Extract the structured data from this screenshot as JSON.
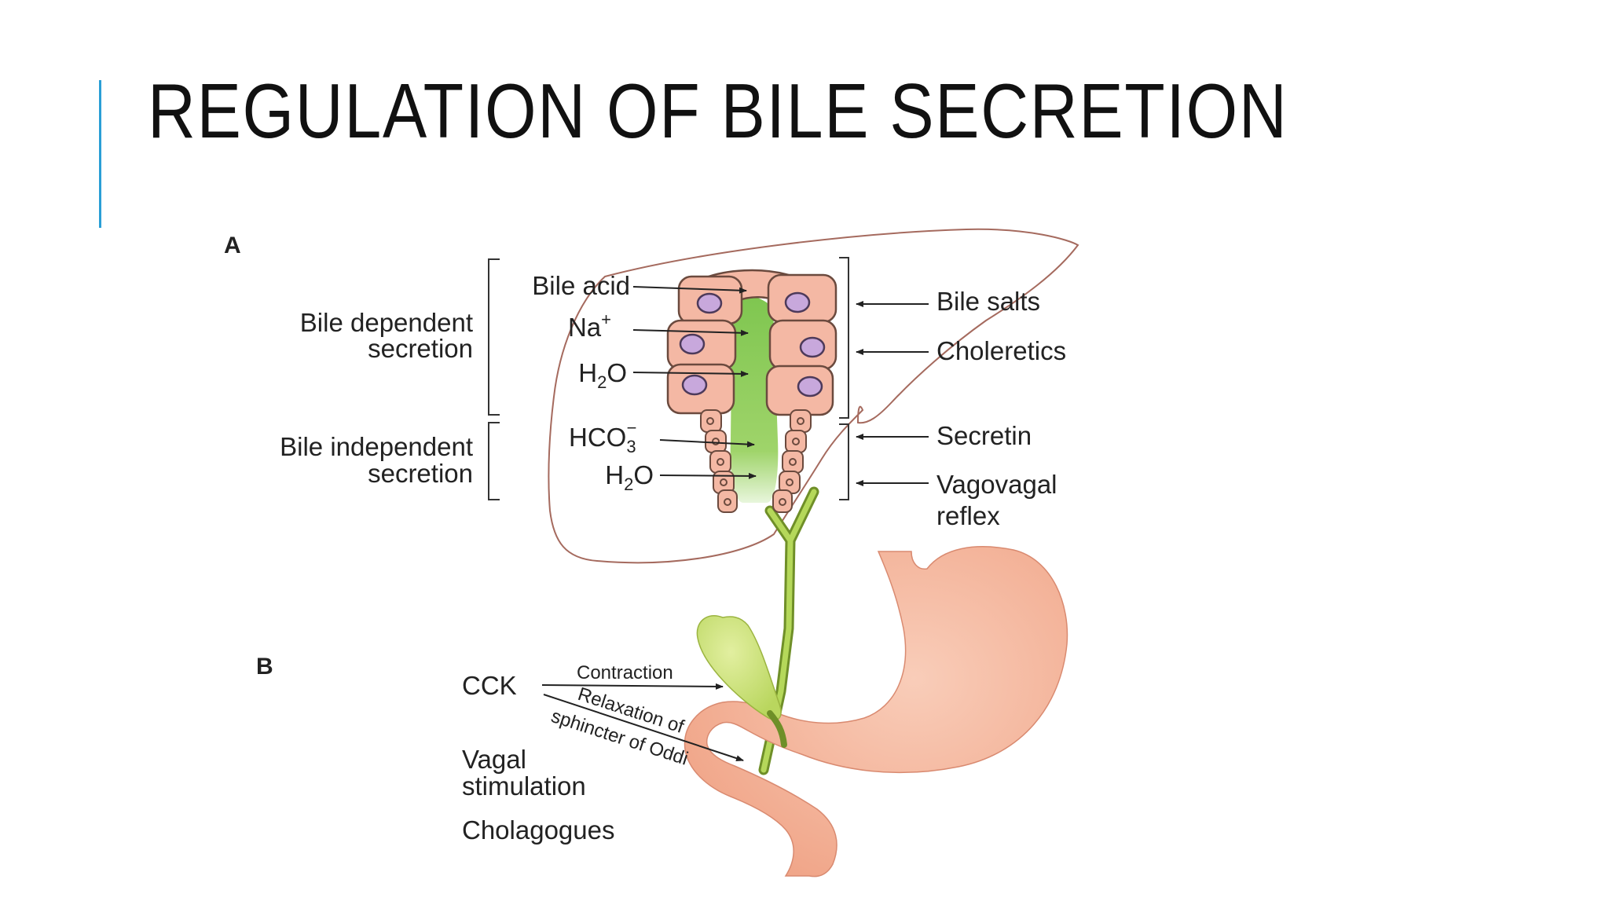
{
  "slide": {
    "title": "REGULATION OF BILE SECRETION"
  },
  "figure": {
    "panel_a": {
      "letter": "A",
      "left_groups": [
        {
          "line1": "Bile dependent",
          "line2": "secretion"
        },
        {
          "line1": "Bile independent",
          "line2": "secretion"
        }
      ],
      "ion_labels": [
        {
          "base": "Bile acid",
          "sub": "",
          "sup": "",
          "after": ""
        },
        {
          "base": "Na",
          "sub": "",
          "sup": "+",
          "after": ""
        },
        {
          "base": "H",
          "sub": "2",
          "sup": "",
          "after": "O"
        },
        {
          "base": "HCO",
          "sub": "3",
          "sup": "−",
          "after": ""
        },
        {
          "base": "H",
          "sub": "2",
          "sup": "",
          "after": "O"
        }
      ],
      "regulators": [
        "Bile salts",
        "Choleretics",
        "Secretin",
        "Vagovagal",
        "reflex"
      ]
    },
    "panel_b": {
      "letter": "B",
      "cck": "CCK",
      "contraction": "Contraction",
      "relaxation_line1": "Relaxation of",
      "relaxation_line2": "sphincter of Oddi",
      "vagal_line1": "Vagal",
      "vagal_line2": "stimulation",
      "cholagogues": "Cholagogues"
    },
    "colors": {
      "skin": "#f4b8a4",
      "skin_edge": "#6b4a3e",
      "bile": "#8fcf5a",
      "gallbladder": "#c9e07a",
      "nucleus": "#c8a8dc",
      "liver_outline": "#a56a5e",
      "accent": "#2a9fd6"
    }
  }
}
